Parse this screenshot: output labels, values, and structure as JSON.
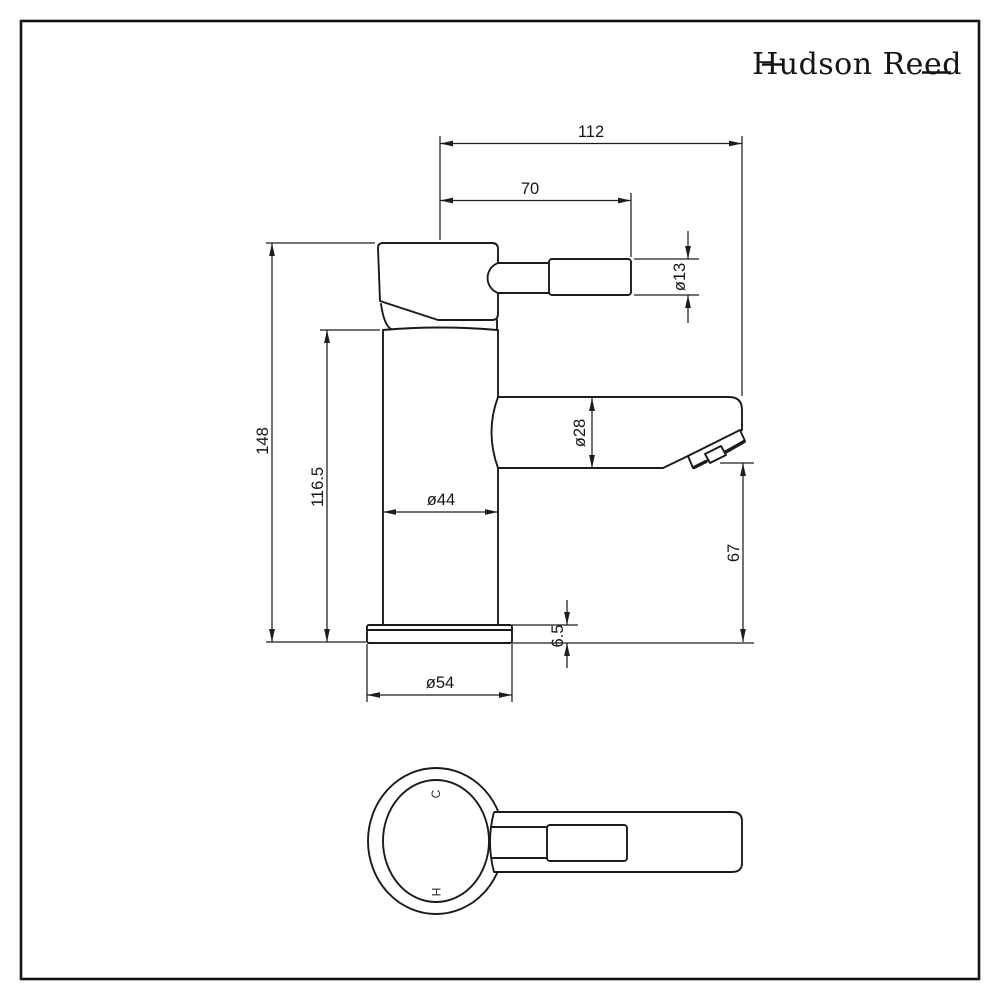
{
  "brand": {
    "name": "Hudson Reed"
  },
  "drawing": {
    "type": "technical dimension drawing",
    "subject": "mono basin mixer tap, side elevation and plan view",
    "units": "mm",
    "side_view": {
      "dimensions": {
        "spout_reach_total": {
          "label": "112"
        },
        "handle_reach": {
          "label": "70"
        },
        "handle_diameter": {
          "label": "ø13"
        },
        "overall_height": {
          "label": "148"
        },
        "body_height": {
          "label": "116.5"
        },
        "body_diameter": {
          "label": "ø44"
        },
        "spout_diameter": {
          "label": "ø28"
        },
        "spout_height": {
          "label": "67"
        },
        "base_thickness": {
          "label": "6.5"
        },
        "base_diameter": {
          "label": "ø54"
        }
      }
    },
    "top_view": {
      "markers": {
        "cold": "C",
        "hot": "H"
      }
    }
  }
}
